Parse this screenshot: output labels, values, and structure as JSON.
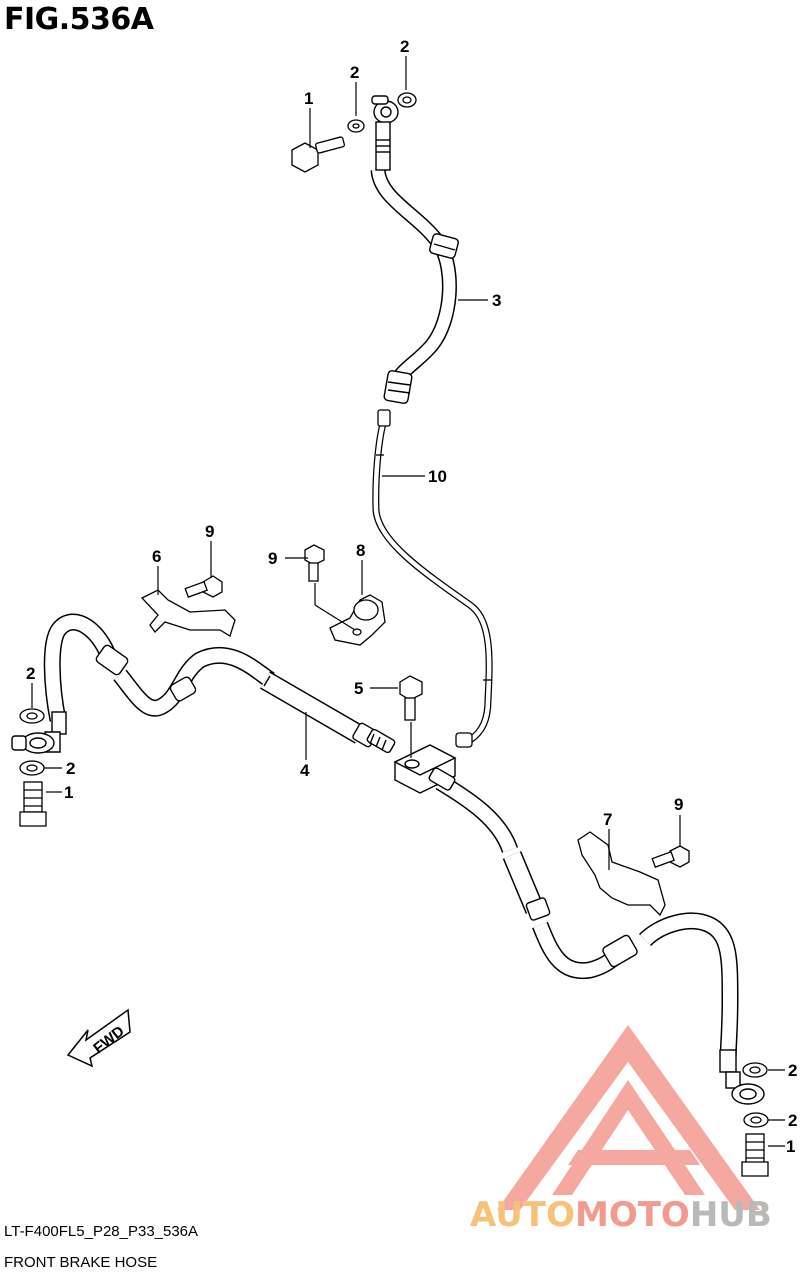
{
  "figure": {
    "title": "FIG.536A",
    "code": "LT-F400FL5_P28_P33_536A",
    "description": "FRONT BRAKE HOSE"
  },
  "callouts": [
    "1",
    "2",
    "2",
    "3",
    "10",
    "9",
    "6",
    "9",
    "8",
    "5",
    "4",
    "2",
    "2",
    "1",
    "7",
    "9",
    "2",
    "2",
    "1"
  ],
  "fwd_label": "FWD",
  "watermark": {
    "part1": "AUTO",
    "part2": "MOTO",
    "part3": "HUB",
    "colors": [
      "#f6c27a",
      "#f39a8f",
      "#b9b9b9"
    ]
  }
}
